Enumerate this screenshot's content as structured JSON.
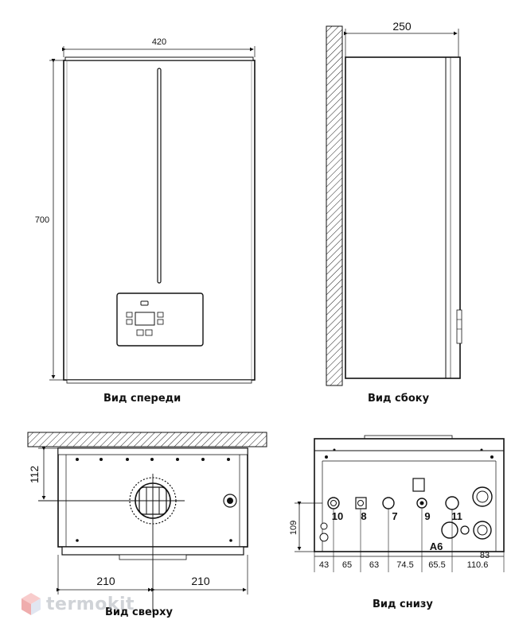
{
  "captions": {
    "front": "Вид спереди",
    "side": "Вид сбоку",
    "top": "Вид сверху",
    "bottom": "Вид снизу"
  },
  "front_dims": {
    "width": "420",
    "height": "700"
  },
  "side_dims": {
    "depth": "250"
  },
  "top_dims": {
    "offset": "112",
    "left": "210",
    "right": "210"
  },
  "bottom_labels": {
    "p10": "10",
    "p8": "8",
    "p7": "7",
    "p9": "9",
    "p11": "11",
    "a6": "A6"
  },
  "bottom_dims": {
    "height": "109",
    "d1": "43",
    "d2": "65",
    "d3": "63",
    "d4": "74.5",
    "d5": "65.5",
    "d6": "110.6",
    "d7": "83"
  },
  "watermark": {
    "text": "termokit",
    "logo": "cube-logo-icon"
  }
}
